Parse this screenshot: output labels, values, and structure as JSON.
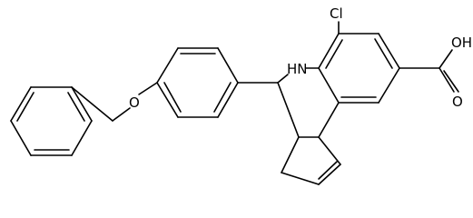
{
  "molecule": {
    "atom_labels": {
      "chlorine": "Cl",
      "amine": "HN",
      "acid_oxygen": "O",
      "acid_hydroxyl": "OH",
      "ether_oxygen": "O"
    }
  },
  "colors": {
    "bond": "#000000",
    "label": "#000000",
    "background": "#ffffff"
  }
}
